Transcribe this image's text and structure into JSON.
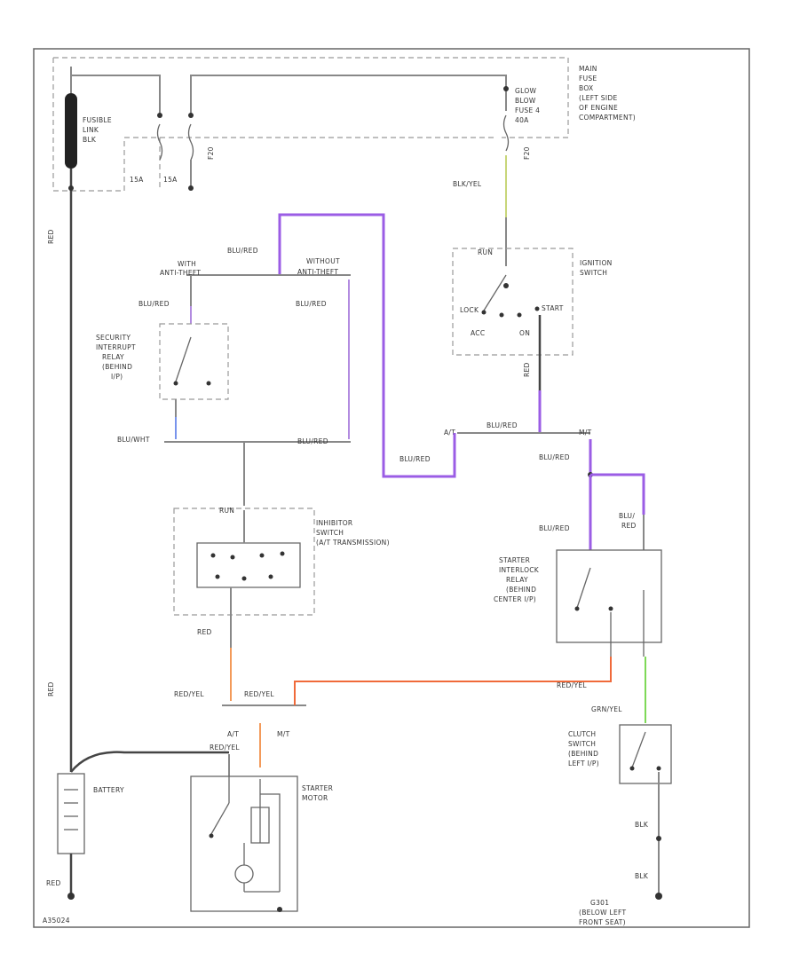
{
  "labels": {
    "main_fuse_box": [
      "MAIN",
      "FUSE",
      "BOX",
      "(LEFT SIDE",
      "OF ENGINE",
      "COMPARTMENT)"
    ],
    "fusible_link": [
      "FUSIBLE",
      "LINK",
      "BLK"
    ],
    "fuse_15a_left": "15A",
    "fuse_15a_right": "15A",
    "glow_fuse": [
      "GLOW",
      "BLOW",
      "FUSE 4",
      "40A"
    ],
    "f20_left": "F20",
    "f20_right": "F20",
    "wire_bluyel_top": "BLK/YEL",
    "ignition_switch": [
      "IGNITION",
      "SWITCH"
    ],
    "ign_run": "RUN",
    "ign_lock": "LOCK",
    "ign_acc": "ACC",
    "ign_on": "ON",
    "ign_start": "START",
    "wire_blured_1": "BLU/RED",
    "with_anti_theft": [
      "WITH",
      "ANTI-THEFT"
    ],
    "without_anti_theft": [
      "WITHOUT",
      "ANTI-THEFT"
    ],
    "wire_blured_2": "BLU/RED",
    "wire_blured_3": "BLU/RED",
    "security_relay": [
      "SECURITY",
      "INTERRUPT",
      "RELAY",
      "(BEHIND",
      "I/P)"
    ],
    "wire_bluwht": "BLU/WHT",
    "wire_blured_4": "BLU/RED",
    "wire_blured_5": "BLU/RED",
    "wire_blured_6": "BLU/RED",
    "wire_redgrn": "RED",
    "a_t_left": "A/T",
    "m_t_right": "M/T",
    "wire_blured_7": "BLU/RED",
    "wire_blured_8": "BLU/RED",
    "wire_blured_9": [
      "BLU/",
      "RED"
    ],
    "inhibitor_switch": [
      "INHIBITOR",
      "SWITCH",
      "(A/T TRANSMISSION)"
    ],
    "inhib_run": "RUN",
    "starter_relay": [
      "STARTER",
      "INTERLOCK",
      "RELAY",
      "(BEHIND",
      "CENTER I/P)"
    ],
    "wire_red_inh": "RED",
    "wire_redyel_1": "RED/YEL",
    "wire_redyel_2": "RED/YEL",
    "wire_redyel_3": "RED/YEL",
    "wire_redyel_4": "RED/YEL",
    "at_bottom": "A/T",
    "mt_bottom": "M/T",
    "wire_grnyel": "GRN/YEL",
    "clutch_switch": [
      "CLUTCH",
      "SWITCH",
      "(BEHIND",
      "LEFT I/P)"
    ],
    "battery": "BATTERY",
    "starter_motor": [
      "STARTER",
      "MOTOR"
    ],
    "wire_red_left1": "RED",
    "wire_red_left2": "RED",
    "wire_red_left3": "RED",
    "wire_blk_1": "BLK",
    "wire_blk_2": "BLK",
    "ground": [
      "G301",
      "(BELOW LEFT",
      "FRONT SEAT)"
    ],
    "page_code": "A35024"
  }
}
